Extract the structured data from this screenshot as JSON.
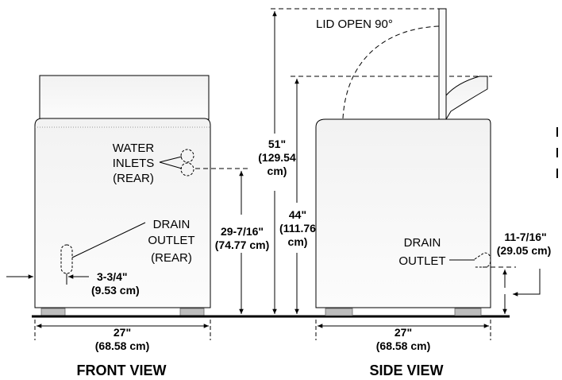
{
  "front_view": {
    "title": "FRONT VIEW",
    "water_inlets_label": [
      "WATER",
      "INLETS",
      "(REAR)"
    ],
    "drain_outlet_label": [
      "DRAIN",
      "OUTLET",
      "(REAR)"
    ],
    "drain_offset": [
      "3-3/4\"",
      "(9.53 cm)"
    ],
    "width": [
      "27\"",
      "(68.58 cm)"
    ],
    "inlet_height": [
      "29-7/16\"",
      "(74.77 cm)"
    ]
  },
  "side_view": {
    "title": "SIDE VIEW",
    "lid_open_label": "LID OPEN 90°",
    "lid_open_height": [
      "51\"",
      "(129.54",
      "cm)"
    ],
    "closed_height": [
      "44\"",
      "(111.76",
      "cm)"
    ],
    "drain_outlet_label": [
      "DRAIN",
      "OUTLET"
    ],
    "drain_height": [
      "11-7/16\"",
      "(29.05 cm)"
    ],
    "depth": [
      "27\"",
      "(68.58 cm)"
    ]
  },
  "colors": {
    "line": "#000000",
    "panel_fill": "#f4f4f4",
    "foot_fill": "#bdbdbd"
  }
}
